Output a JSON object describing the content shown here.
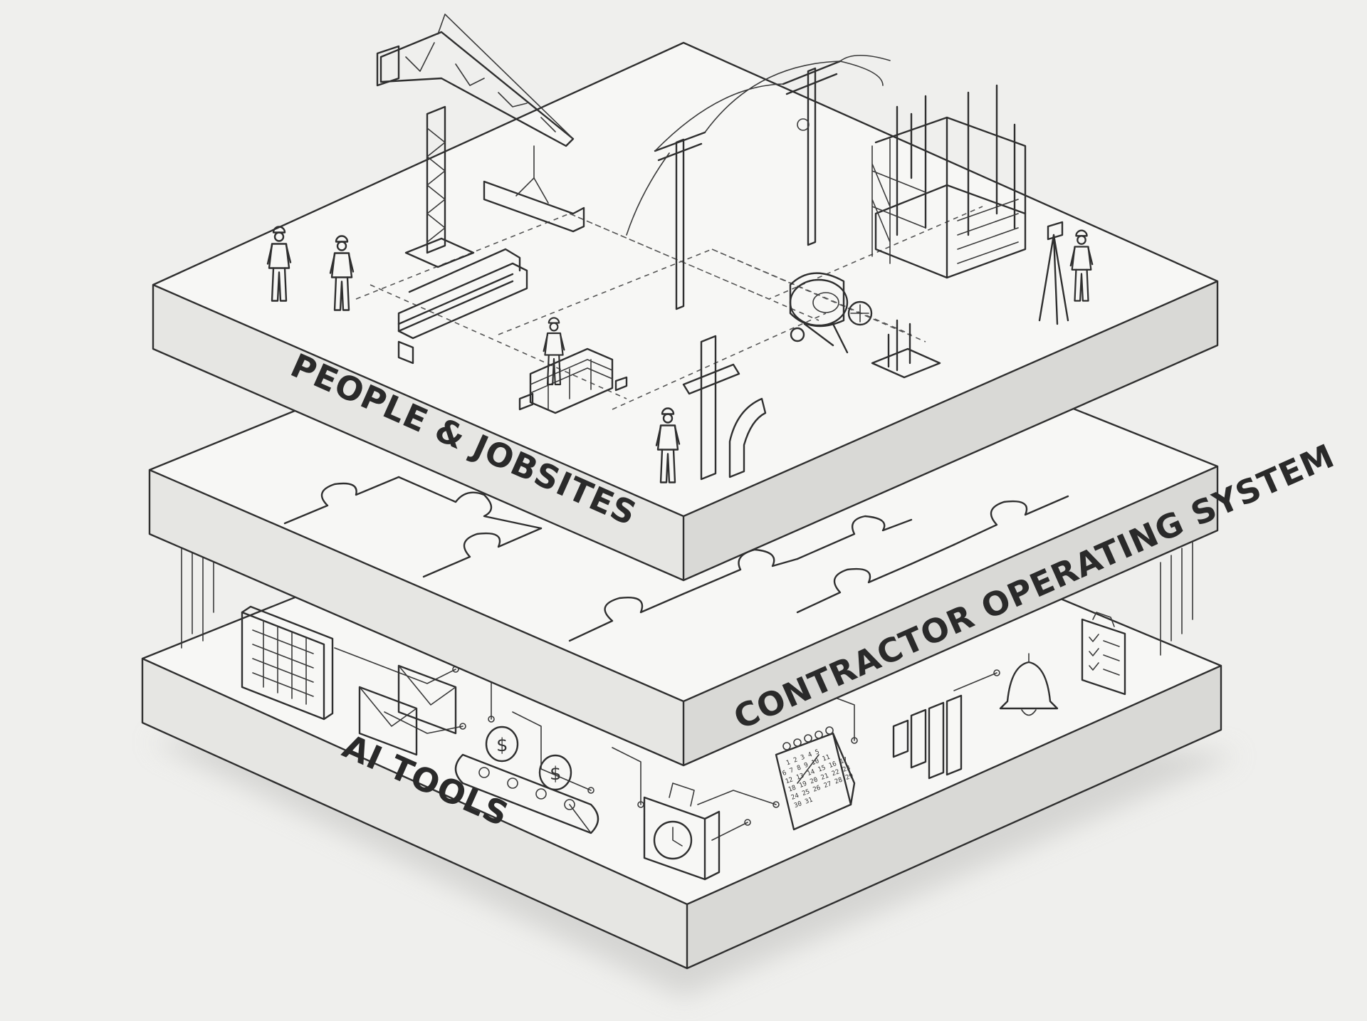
{
  "layers": {
    "top_label": "PEOPLE & JOBSITES",
    "middle_label": "CONTRACTOR OPERATING SYSTEM",
    "bottom_label": "AI TOOLS"
  },
  "calendar": {
    "rows": [
      "1  2  3  4  5",
      "6  7  8  9 10 11",
      "12 13 14 15 16 17",
      "18 19 20 21 22 23",
      "24 25 26 27 28 29",
      "30 31"
    ]
  },
  "icons": {
    "top": [
      "crane-icon",
      "steel-beam-icon",
      "power-pole-icon",
      "scaffold-building-icon",
      "worker-icon",
      "bricklayer-icon",
      "cement-mixer-icon",
      "pipe-icon",
      "surveyor-icon"
    ],
    "bottom": [
      "spreadsheet-icon",
      "email-icon",
      "coin-conveyor-icon",
      "time-clock-icon",
      "calendar-icon",
      "bar-chart-icon",
      "bell-icon",
      "checklist-icon"
    ]
  },
  "colors": {
    "line": "#2f2f2f",
    "background": "#efefed",
    "top_face": "#f7f7f5",
    "side_face": "#e6e6e3"
  }
}
